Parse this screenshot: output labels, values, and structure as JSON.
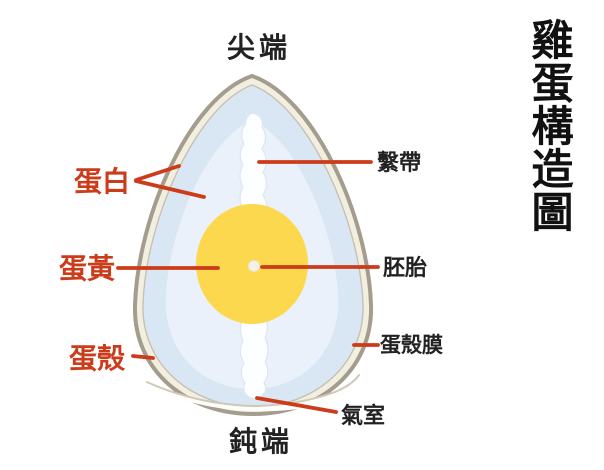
{
  "title": {
    "text": "雞蛋構造圖"
  },
  "diagram": {
    "labels": {
      "tip": "尖端",
      "blunt": "鈍端",
      "egg_white": "蛋白",
      "yolk": "蛋黃",
      "shell": "蛋殼",
      "chalaza": "繫帶",
      "embryo": "胚胎",
      "shell_membrane": "蛋殼膜",
      "air_cell": "氣室"
    },
    "colors": {
      "label_red": "#cc3b1a",
      "text_black": "#222222",
      "title_black": "#111111",
      "shell_outline": "#a49d8e",
      "shell_fill": "#f2eee0",
      "membrane_line": "#c6c0b0",
      "egg_white_outer": "#d9e7f5",
      "egg_white_inner": "#eaf1fa",
      "chalaza_fill": "#fdfeff",
      "chalaza_edge": "#dbe6f2",
      "air_cell_fill": "#fdfdfa",
      "air_cell_edge": "#cfc8b8",
      "yolk_fill": "#fbd84e",
      "embryo_fill": "#f6efe4",
      "embryo_edge": "#eee3d0",
      "background": "#ffffff"
    }
  }
}
